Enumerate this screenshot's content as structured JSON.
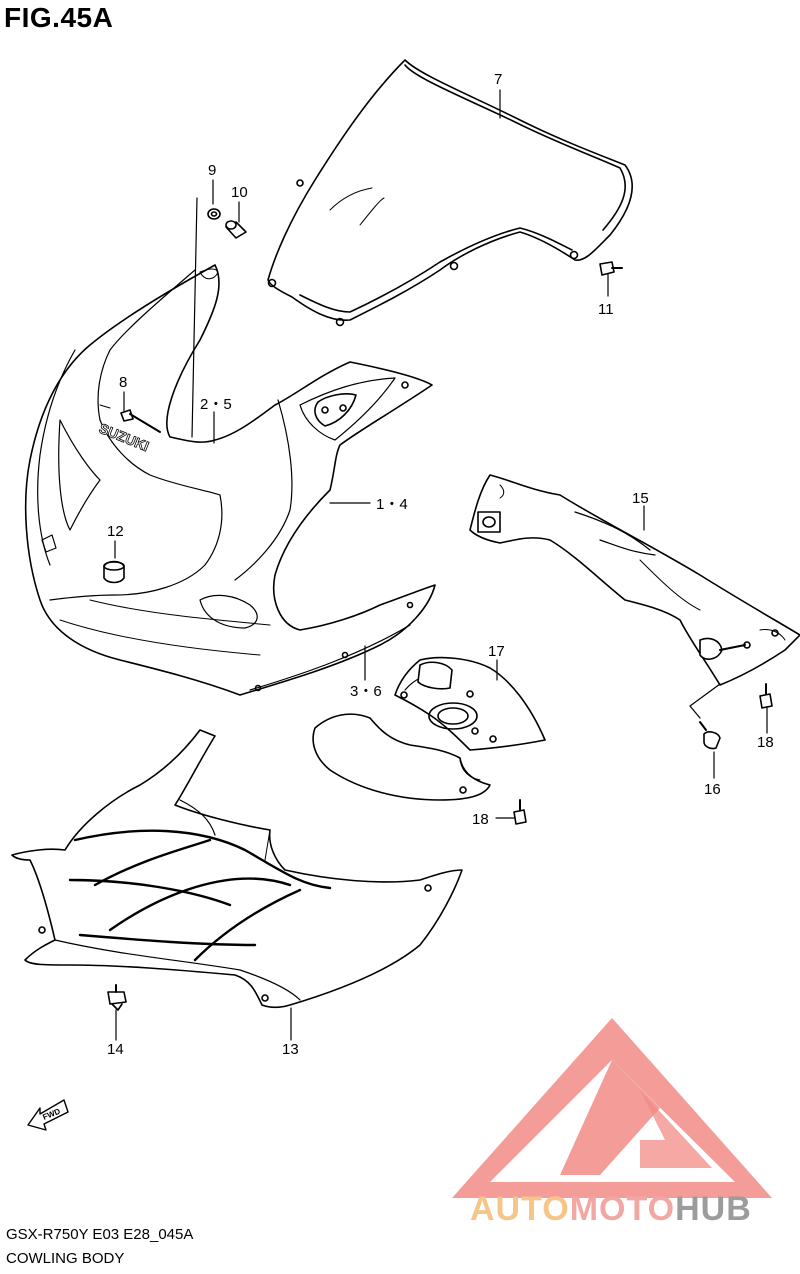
{
  "figure": {
    "title": "FIG.45A"
  },
  "callouts": {
    "c7": "7",
    "c9": "9",
    "c10": "10",
    "c11": "11",
    "c8": "8",
    "c25": "2・5",
    "c14a": "1・4",
    "c12": "12",
    "c15": "15",
    "c17": "17",
    "c36": "3・6",
    "c18a": "18",
    "c18b": "18",
    "c16": "16",
    "c14": "14",
    "c13": "13"
  },
  "logo_text": "SUZUKI",
  "fwd_label": "FWD",
  "footer": {
    "model": "GSX-R750Y E03 E28_045A",
    "caption": "COWLING BODY"
  },
  "watermark": {
    "part1": "AUTO",
    "part2": "MOTO",
    "part3": "HUB",
    "colors": {
      "auto": "#f5c58a",
      "moto": "#f2a7a3",
      "hub": "#9c9c9c",
      "triangle": "#f28b86"
    }
  }
}
